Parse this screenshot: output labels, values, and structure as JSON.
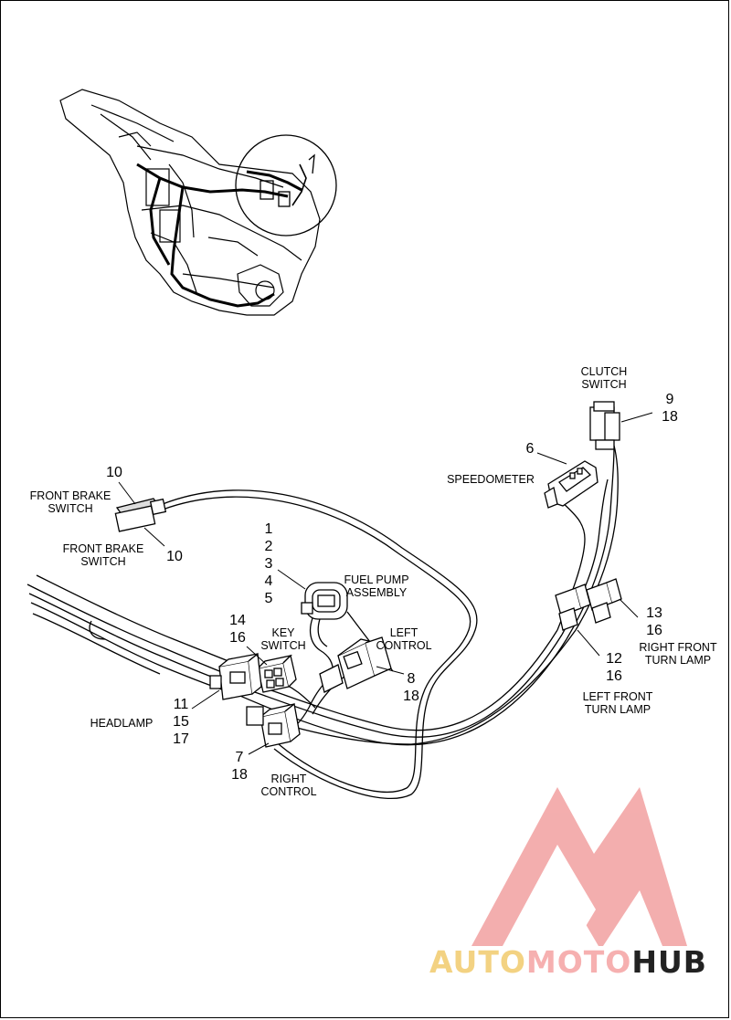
{
  "callouts": {
    "clutch_switch": [
      "CLUTCH",
      "SWITCH"
    ],
    "clutch_refs": [
      "9",
      "18"
    ],
    "speedo_ref": "6",
    "speedometer": "SPEEDOMETER",
    "front_brake_top_ref": "10",
    "front_brake_top": [
      "FRONT BRAKE",
      "SWITCH"
    ],
    "front_brake_bottom": [
      "FRONT BRAKE",
      "SWITCH"
    ],
    "front_brake_bottom_ref": "10",
    "fuel_pump_refs": [
      "1",
      "2",
      "3",
      "4",
      "5"
    ],
    "fuel_pump": [
      "FUEL PUMP",
      "ASSEMBLY"
    ],
    "key_switch_refs": [
      "14",
      "16"
    ],
    "key_switch": [
      "KEY",
      "SWITCH"
    ],
    "left_control": [
      "LEFT",
      "CONTROL"
    ],
    "left_control_refs": [
      "8",
      "18"
    ],
    "headlamp_refs": [
      "11",
      "15",
      "17"
    ],
    "headlamp": "HEADLAMP",
    "right_control_refs": [
      "7",
      "18"
    ],
    "right_control": [
      "RIGHT",
      "CONTROL"
    ],
    "right_turn_refs": [
      "13",
      "16"
    ],
    "right_turn": [
      "RIGHT FRONT",
      "TURN LAMP"
    ],
    "left_turn_refs": [
      "12",
      "16"
    ],
    "left_turn": [
      "LEFT FRONT",
      "TURN LAMP"
    ]
  },
  "watermark": {
    "part1": "AUTO",
    "part2": "MOTO",
    "part3": "HUB",
    "color1": "#f3d282",
    "color2": "#f6b0b0",
    "color3": "#222222",
    "logo_color": "#f2a0a0"
  }
}
